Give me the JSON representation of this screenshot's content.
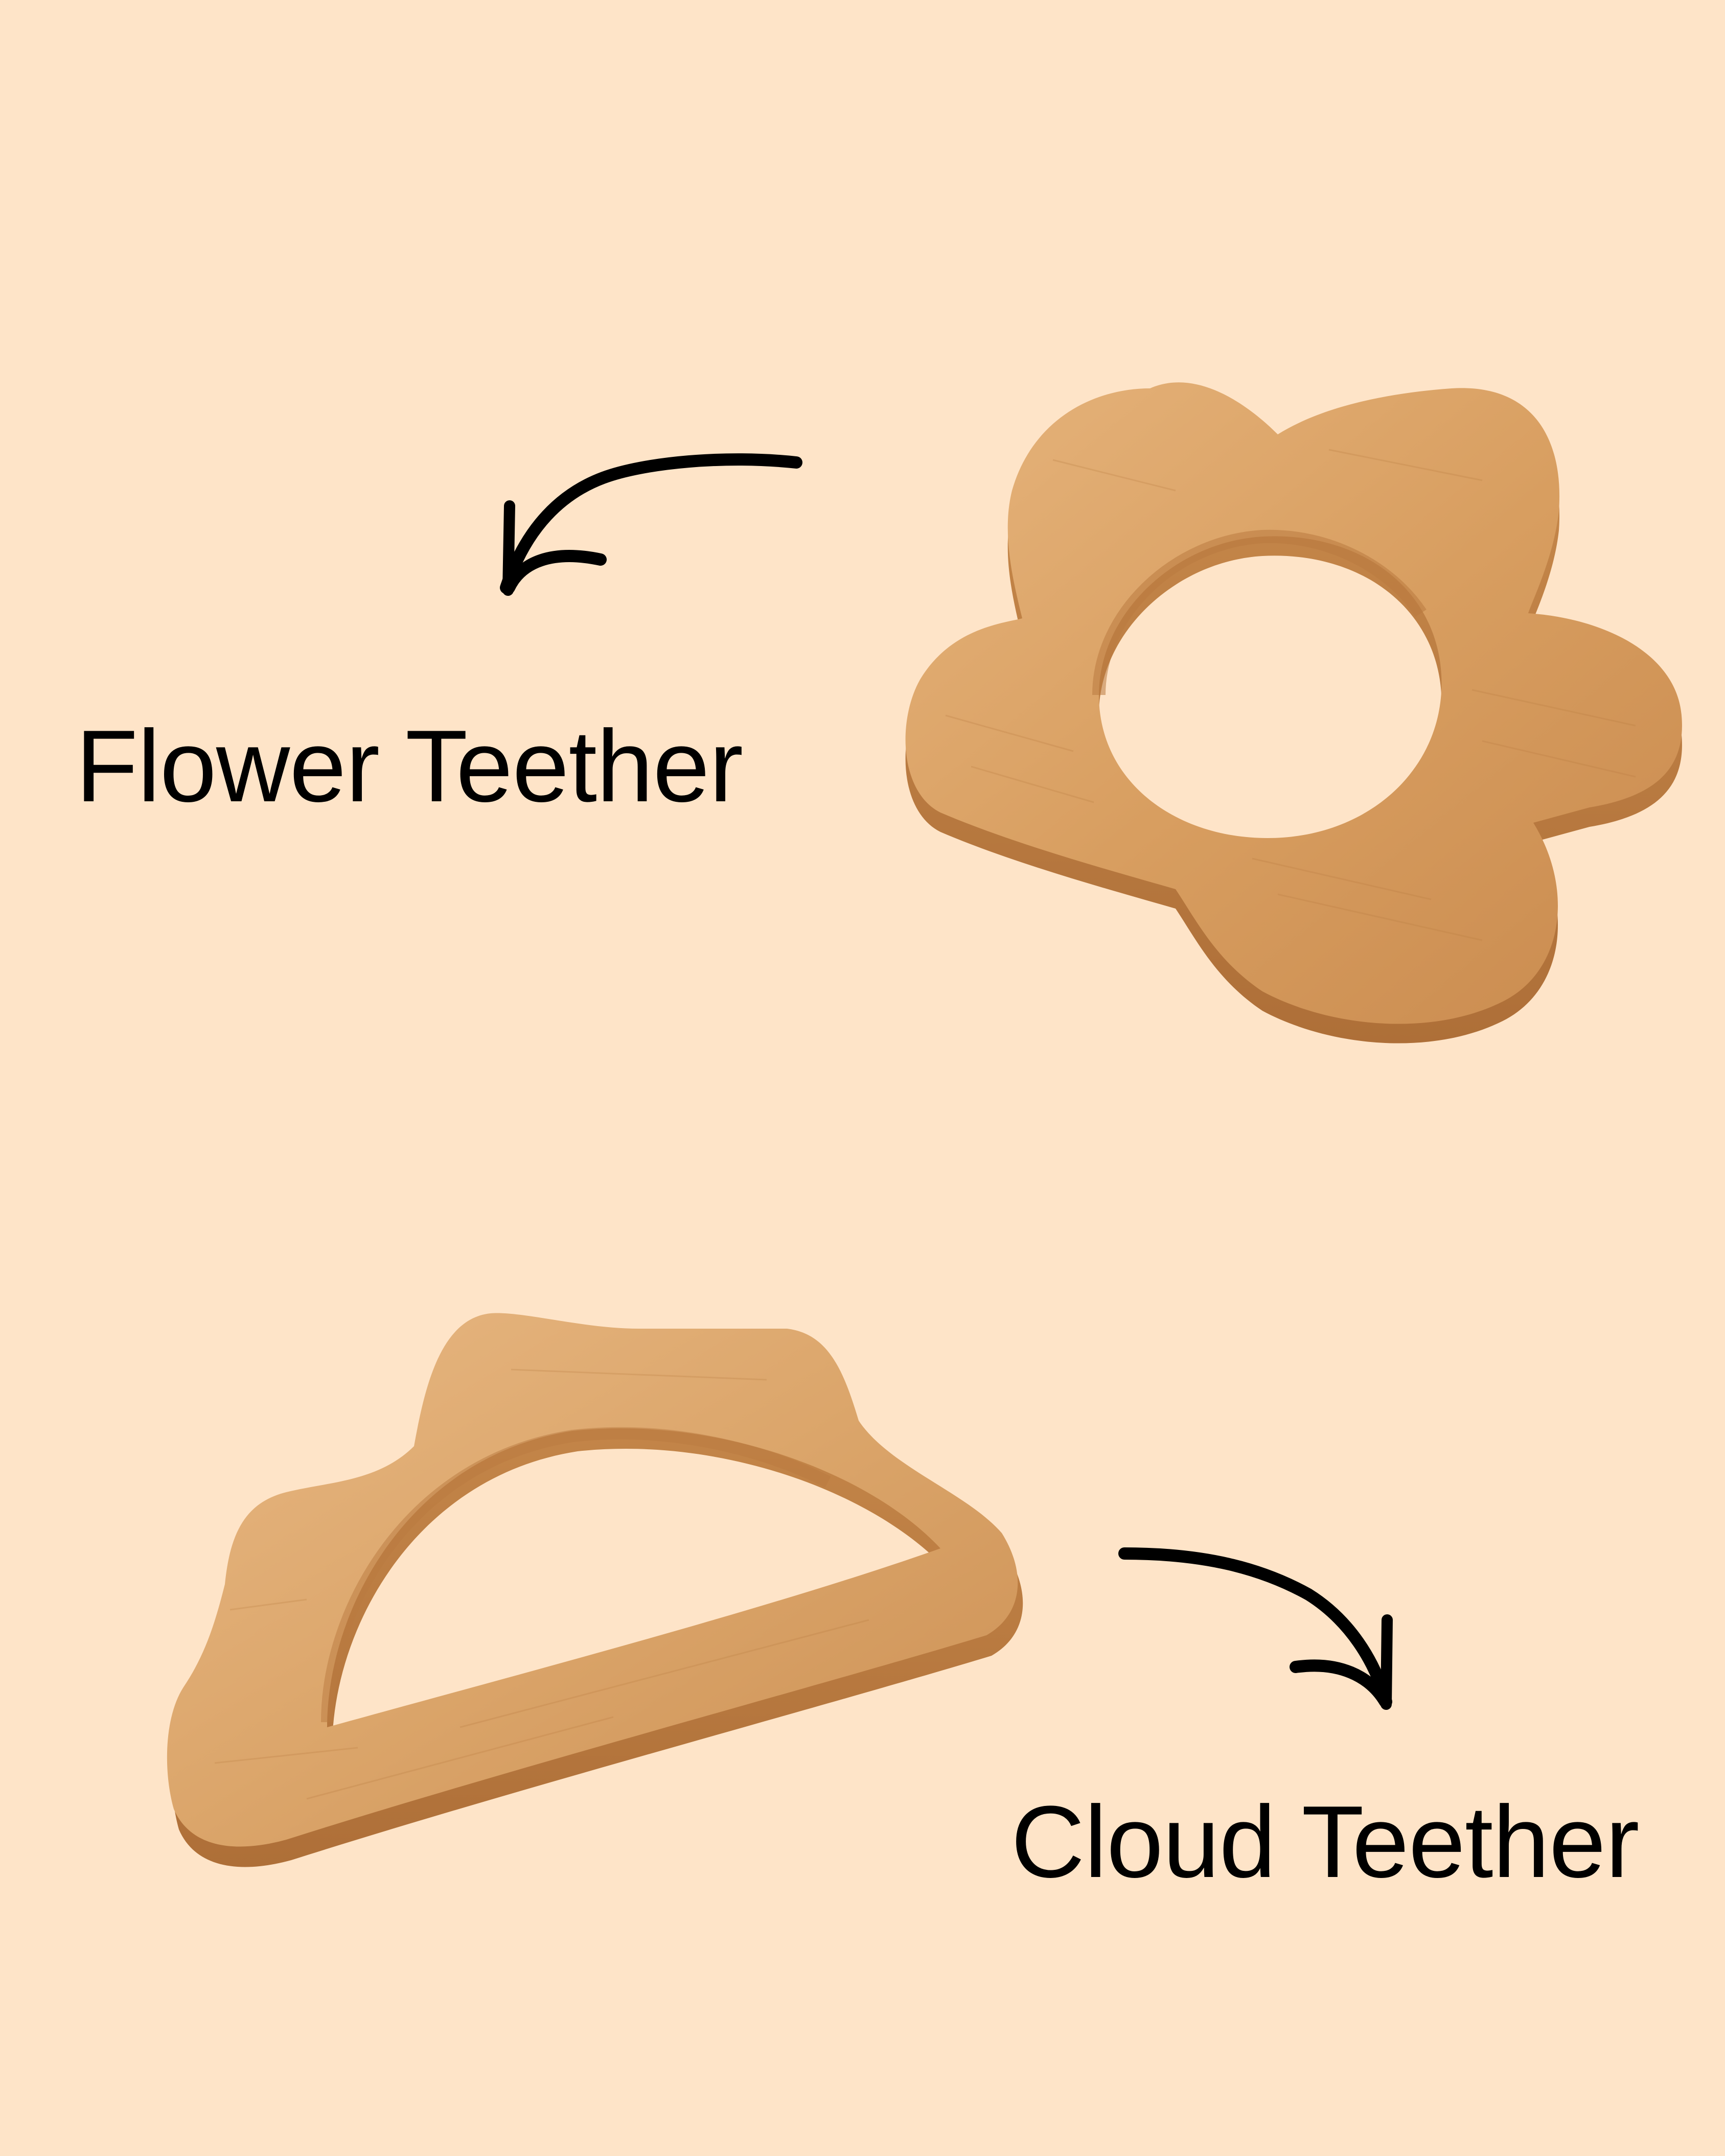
{
  "background_color": "#FEE4C8",
  "products": [
    {
      "label": "Flower Teether",
      "shape": "flower",
      "arrow": "curved-arrow-down-left"
    },
    {
      "label": "Cloud Teether",
      "shape": "cloud",
      "arrow": "curved-arrow-down-right"
    }
  ],
  "colors": {
    "wood_light": "#E2AE74",
    "wood_mid": "#D49A5C",
    "wood_dark": "#B97A40",
    "text": "#000000"
  }
}
